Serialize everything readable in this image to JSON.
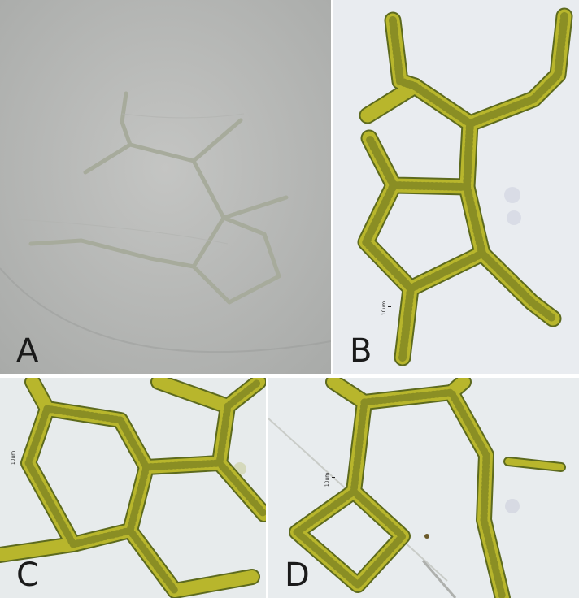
{
  "panels": {
    "a": {
      "letter": "A"
    },
    "b": {
      "letter": "B",
      "scale_label": "10um"
    },
    "c": {
      "letter": "C",
      "scale_label": "10um"
    },
    "d": {
      "letter": "D",
      "scale_label": "10um"
    }
  },
  "colors": {
    "background_a": "#bdbebc",
    "filament_a": "#a9ac9e",
    "background_micro": "#e8ecef",
    "filament_fill": "#b8b62c",
    "filament_edge": "#5d6a1e",
    "filament_speckle": "#6d7420"
  }
}
